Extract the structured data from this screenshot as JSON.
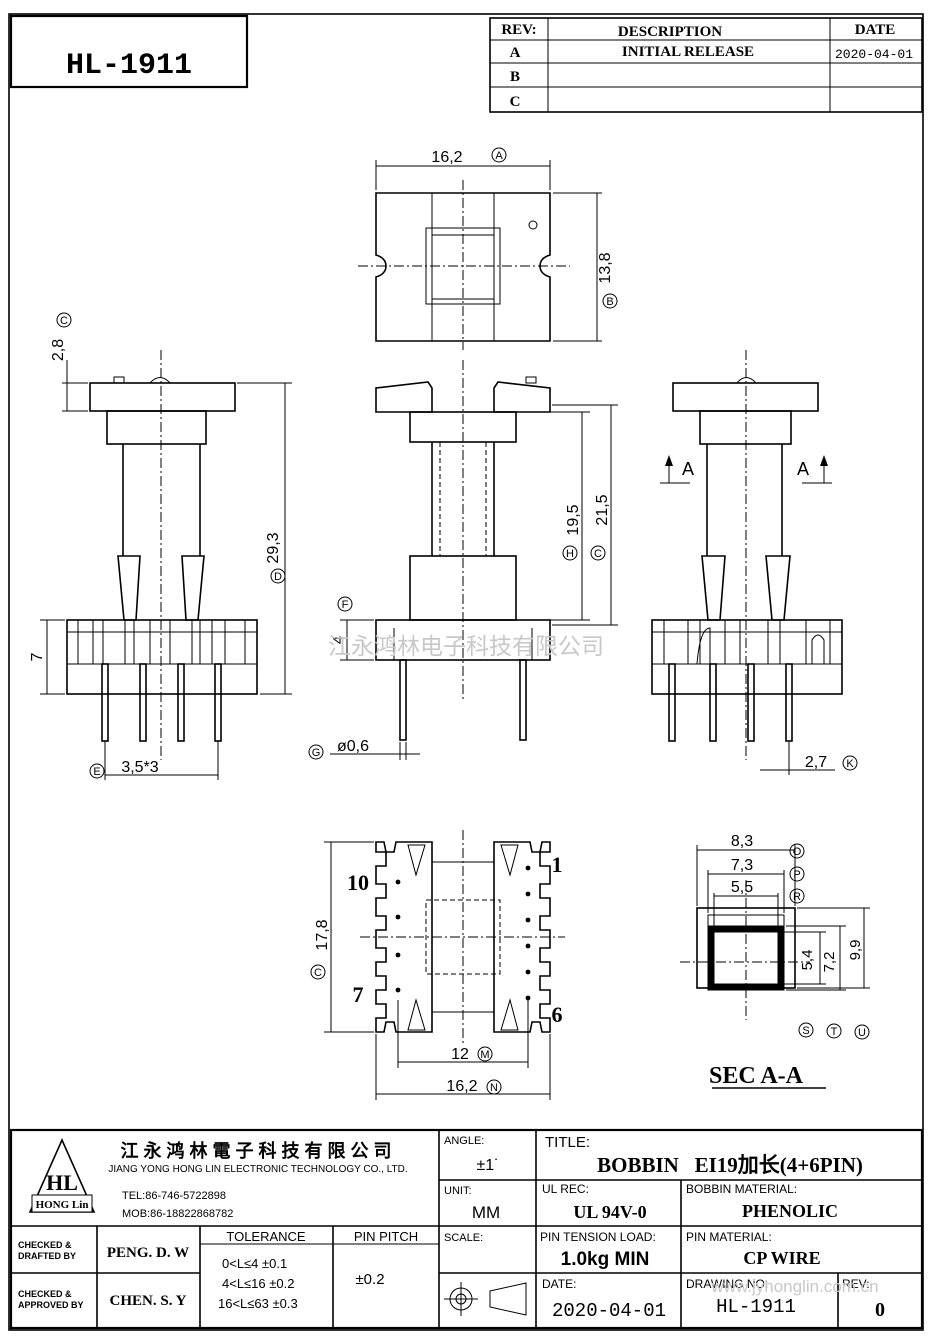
{
  "part_number": "HL-1911",
  "revision_table": {
    "headers": {
      "rev": "REV:",
      "description": "DESCRIPTION",
      "date": "DATE"
    },
    "rows": [
      {
        "rev": "A",
        "description": "INITIAL RELEASE",
        "date": "2020-04-01"
      },
      {
        "rev": "B",
        "description": "",
        "date": ""
      },
      {
        "rev": "C",
        "description": "",
        "date": ""
      }
    ]
  },
  "dimensions": {
    "top_width": "16,2",
    "top_depth": "13,8",
    "left_top_flange": "2,8",
    "left_total_height": "29,3",
    "left_base_height": "7",
    "left_pin_pitch": "3,5*3",
    "front_height_h": "19,5",
    "front_height_c": "21,5",
    "front_pin_len": "4",
    "front_pin_dia": "ø0,6",
    "right_pin_offset": "2,7",
    "bottom_height": "17,8",
    "bottom_inner_width": "12",
    "bottom_outer_width": "16,2",
    "sec_outer": "8,3",
    "sec_mid": "7,3",
    "sec_inner": "5,5",
    "sec_h_inner": "5,4",
    "sec_h_mid": "7,2",
    "sec_h_outer": "9,9"
  },
  "markers": [
    "A",
    "B",
    "C",
    "D",
    "E",
    "F",
    "G",
    "H",
    "K",
    "M",
    "N",
    "O",
    "P",
    "R",
    "S",
    "T",
    "U"
  ],
  "section_arrows": [
    "A",
    "A"
  ],
  "pin_labels": {
    "p1": "1",
    "p10": "10",
    "p7": "7",
    "p6": "6"
  },
  "section_title": "SEC A-A",
  "watermark": "江永鸿林电子科技有限公司",
  "title_block": {
    "company_cn": "江 永 鸿 林 電 子 科 技 有 限 公 司",
    "company_en": "JIANG YONG HONG LIN ELECTRONIC TECHNOLOGY CO., LTD.",
    "logo_letters": "HL",
    "logo_text": "HONG Lin",
    "tel": "TEL:86-746-5722898",
    "mob": "MOB:86-18822868782",
    "angle_label": "ANGLE:",
    "angle_value": "±1˙",
    "unit_label": "UNIT:",
    "unit_value": "MM",
    "scale_label": "SCALE:",
    "title_label": "TITLE:",
    "title_value": "BOBBIN   EI19加长(4+6PIN)",
    "ul_label": "UL REC:",
    "ul_value": "UL 94V-0",
    "bobbin_material_label": "BOBBIN MATERIAL:",
    "bobbin_material_value": "PHENOLIC",
    "pin_tension_label": "PIN TENSION LOAD:",
    "pin_tension_value": "1.0kg MIN",
    "pin_material_label": "PIN MATERIAL:",
    "pin_material_value": "CP WIRE",
    "date_label": "DATE:",
    "date_value": "2020-04-01",
    "drawing_no_label": "DRAWING NO:",
    "drawing_no_value": "HL-1911",
    "rev_label": "REV:",
    "rev_value": "0",
    "checked_drafted_label_1": "CHECKED &",
    "checked_drafted_label_2": "DRAFTED BY",
    "checked_drafted_value": "PENG. D. W",
    "checked_approved_label_1": "CHECKED &",
    "checked_approved_label_2": "APPROVED BY",
    "checked_approved_value": "CHEN. S. Y",
    "tolerance_label": "TOLERANCE",
    "tolerance_rows": [
      "0<L≤4   ±0.1",
      "4<L≤16  ±0.2",
      "16<L≤63 ±0.3"
    ],
    "pin_pitch_label": "PIN PITCH",
    "pin_pitch_value": "±0.2",
    "website_watermark": "www.jyhonglin.com.cn"
  }
}
